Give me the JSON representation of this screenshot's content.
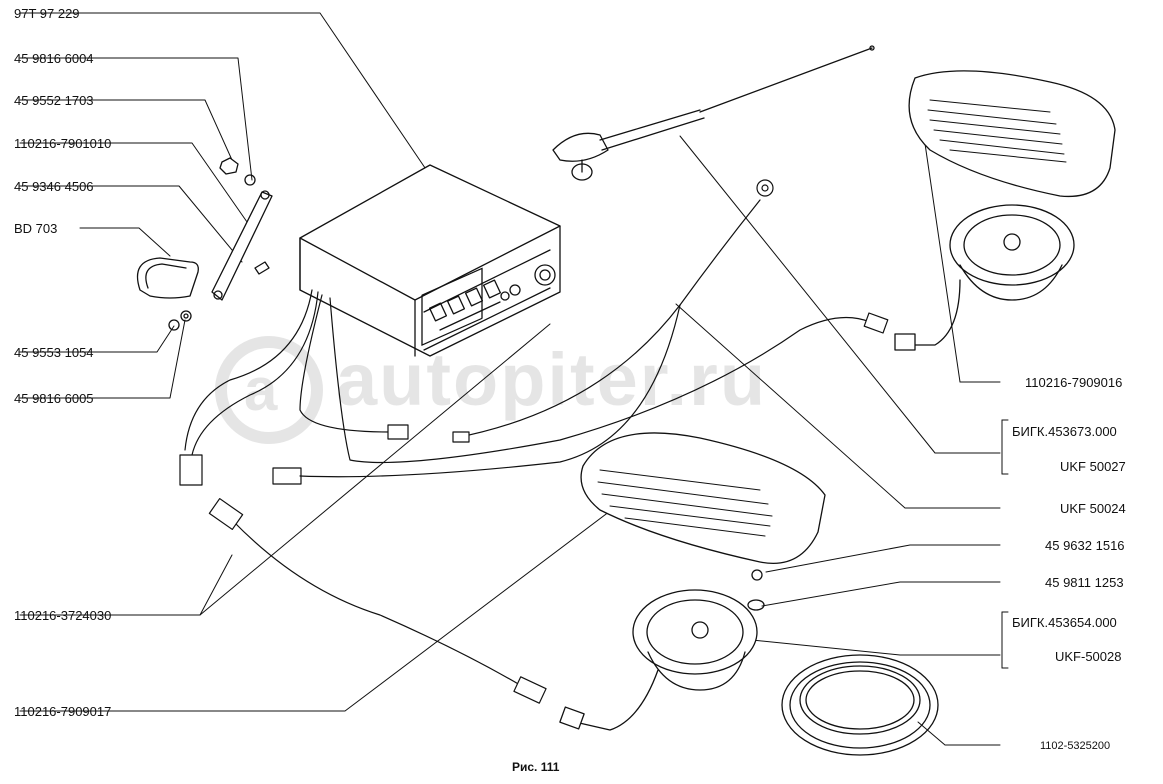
{
  "labels_left": {
    "l1": "97T 97 229",
    "l2": "45 9816 6004",
    "l3": "45 9552 1703",
    "l4": "110216-7901010",
    "l5": "45 9346 4506",
    "l6": "BD 703",
    "l7": "45 9553 1054",
    "l8": "45 9816 6005",
    "l9": "110216-3724030",
    "l10": "110216-7909017"
  },
  "labels_right": {
    "r1": "110216-7909016",
    "r2a": "БИГК.453673.000",
    "r2b": "UKF 50027",
    "r3": "UKF 50024",
    "r4": "45 9632 1516",
    "r5": "45 9811 1253",
    "r6a": "БИГК.453654.000",
    "r6b": "UKF-50028",
    "r7": "1102-5325200"
  },
  "watermark": "autopiter.ru",
  "caption": "Рис. 111"
}
